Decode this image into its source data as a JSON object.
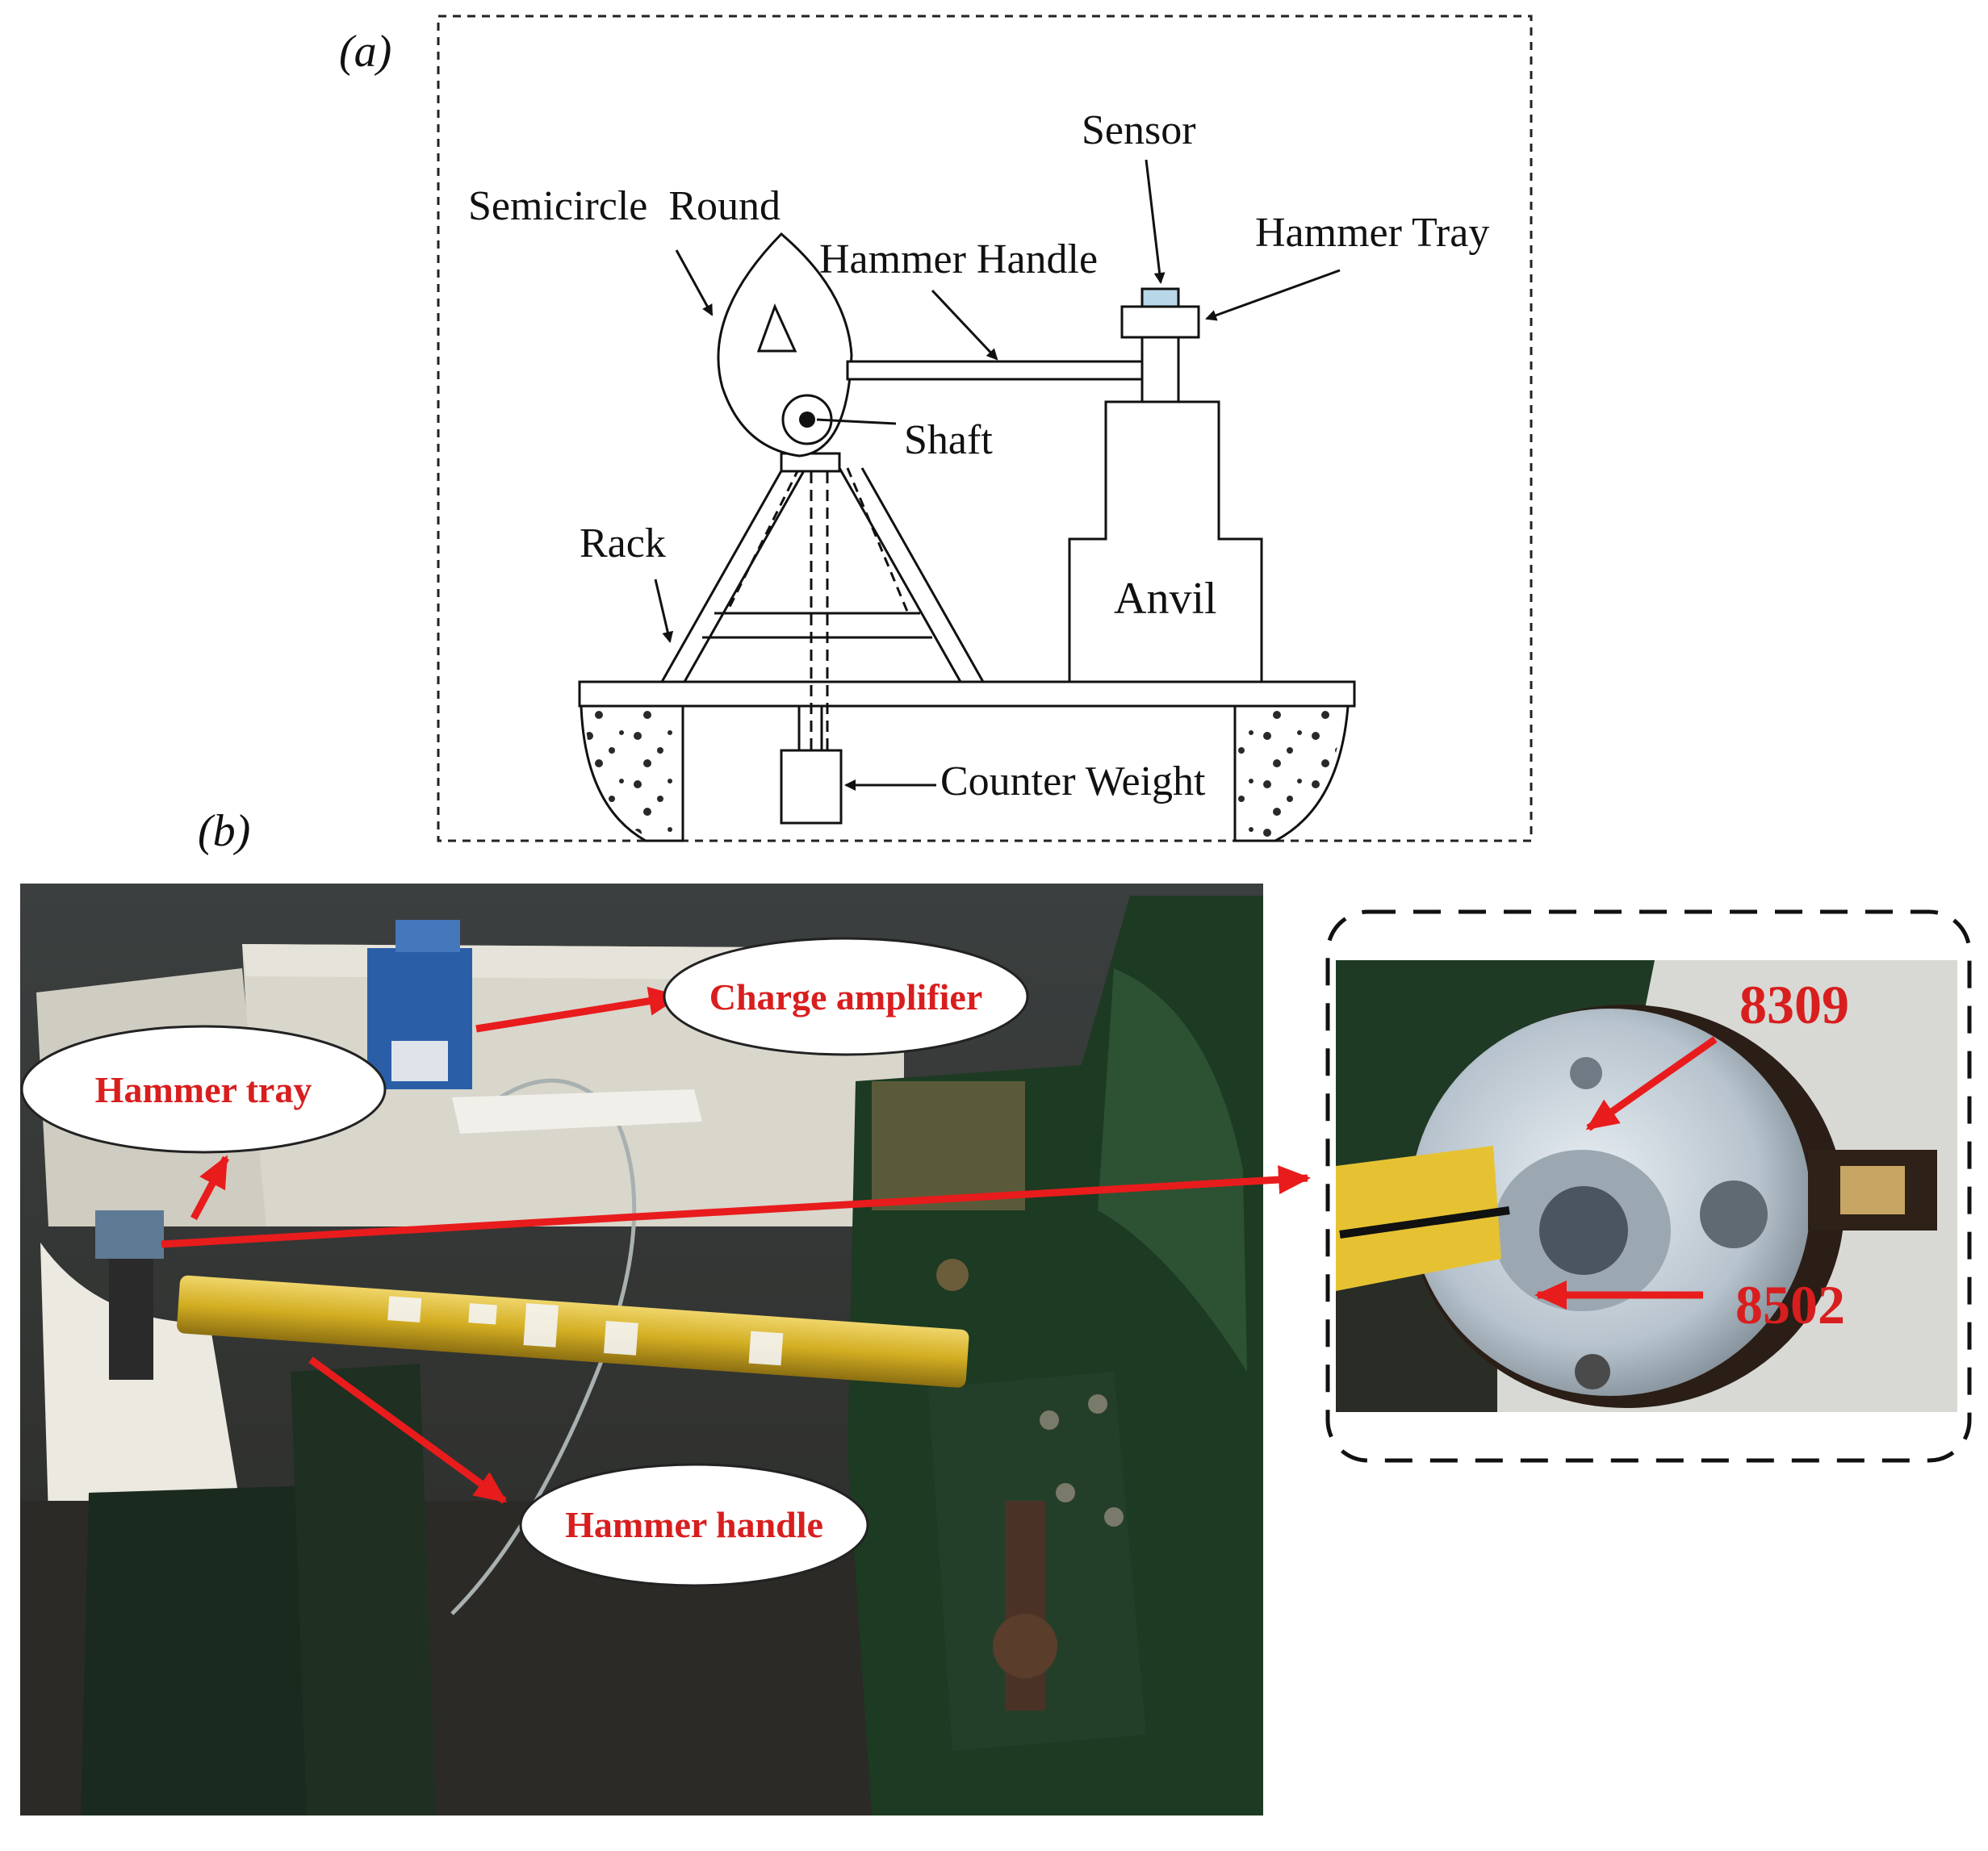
{
  "panel_a": {
    "tag": "(a)",
    "labels": {
      "sensor": "Sensor",
      "semicircle_round": "Semicircle  Round",
      "hammer_handle": "Hammer Handle",
      "hammer_tray": "Hammer Tray",
      "shaft": "Shaft",
      "rack": "Rack",
      "anvil": "Anvil",
      "counter_weight": "Counter Weight"
    }
  },
  "panel_b": {
    "tag": "(b)",
    "callouts": {
      "hammer_tray": "Hammer tray",
      "charge_amplifier": "Charge amplifier",
      "hammer_handle": "Hammer handle"
    },
    "inset_labels": {
      "upper": "8309",
      "lower": "8502"
    }
  },
  "colors": {
    "callout_text": "#d81e1e",
    "arrow": "#e81c1c",
    "machine_green": "#1d3a22",
    "handle_yellow": "#d9b82a"
  }
}
